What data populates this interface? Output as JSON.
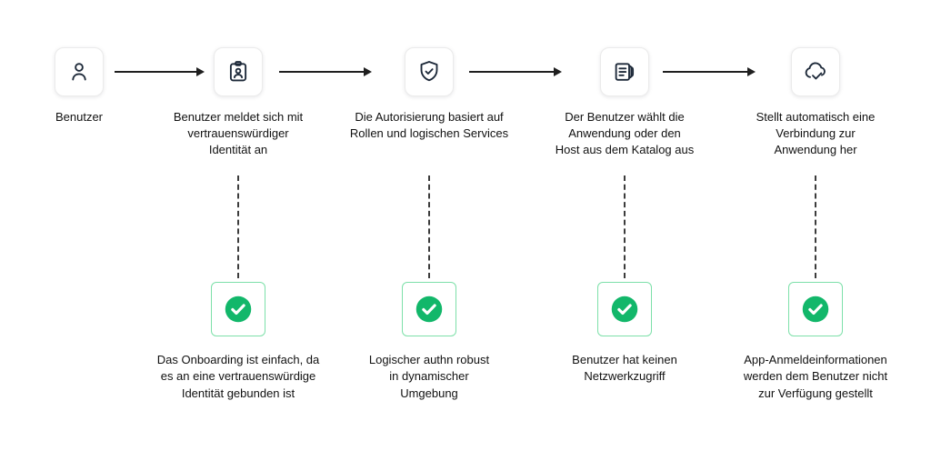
{
  "colors": {
    "green": "#12B76A",
    "green_border": "#7DE0A9",
    "icon_stroke": "#1D2939",
    "arrow": "#1F1F1F"
  },
  "steps": [
    {
      "icon": "user-icon",
      "label": "Benutzer"
    },
    {
      "icon": "id-badge-icon",
      "label": "Benutzer meldet sich mit\nvertrauenswürdiger\nIdentität an",
      "benefit": "Das Onboarding ist einfach, da\nes an eine vertrauenswürdige\nIdentität gebunden ist"
    },
    {
      "icon": "shield-check-icon",
      "label": "Die Autorisierung basiert auf\nRollen und logischen Services",
      "benefit": "Logischer authn robust\nin dynamischer\nUmgebung"
    },
    {
      "icon": "catalog-icon",
      "label": "Der Benutzer wählt die\nAnwendung oder den\nHost aus dem Katalog aus",
      "benefit": "Benutzer hat keinen\nNetzwerkzugriff"
    },
    {
      "icon": "cloud-check-icon",
      "label": "Stellt automatisch eine\nVerbindung zur\nAnwendung her",
      "benefit": "App-Anmeldeinformationen\nwerden dem Benutzer nicht\nzur Verfügung gestellt"
    }
  ]
}
